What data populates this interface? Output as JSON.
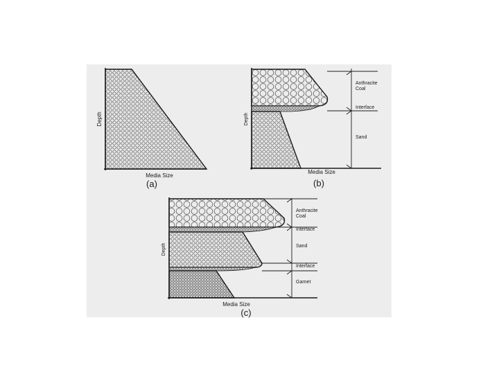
{
  "panels": [
    {
      "id": "a",
      "caption": "(a)",
      "xlabel": "Media Size",
      "ylabel": "Depth",
      "layers": []
    },
    {
      "id": "b",
      "caption": "(b)",
      "xlabel": "Media Size",
      "ylabel": "Depth",
      "layers": [
        "Anthracite Coal",
        "Interface",
        "Sand"
      ]
    },
    {
      "id": "c",
      "caption": "(c)",
      "xlabel": "Media Size",
      "ylabel": "Depth",
      "layers": [
        "Anthracite Coal",
        "Interface",
        "Sand",
        "Interface",
        "Garnet"
      ]
    }
  ],
  "colors": {
    "background": "#ffffff",
    "scan": "#ededed",
    "ink": "#1a1a1a",
    "media": "#dcdcdc"
  }
}
